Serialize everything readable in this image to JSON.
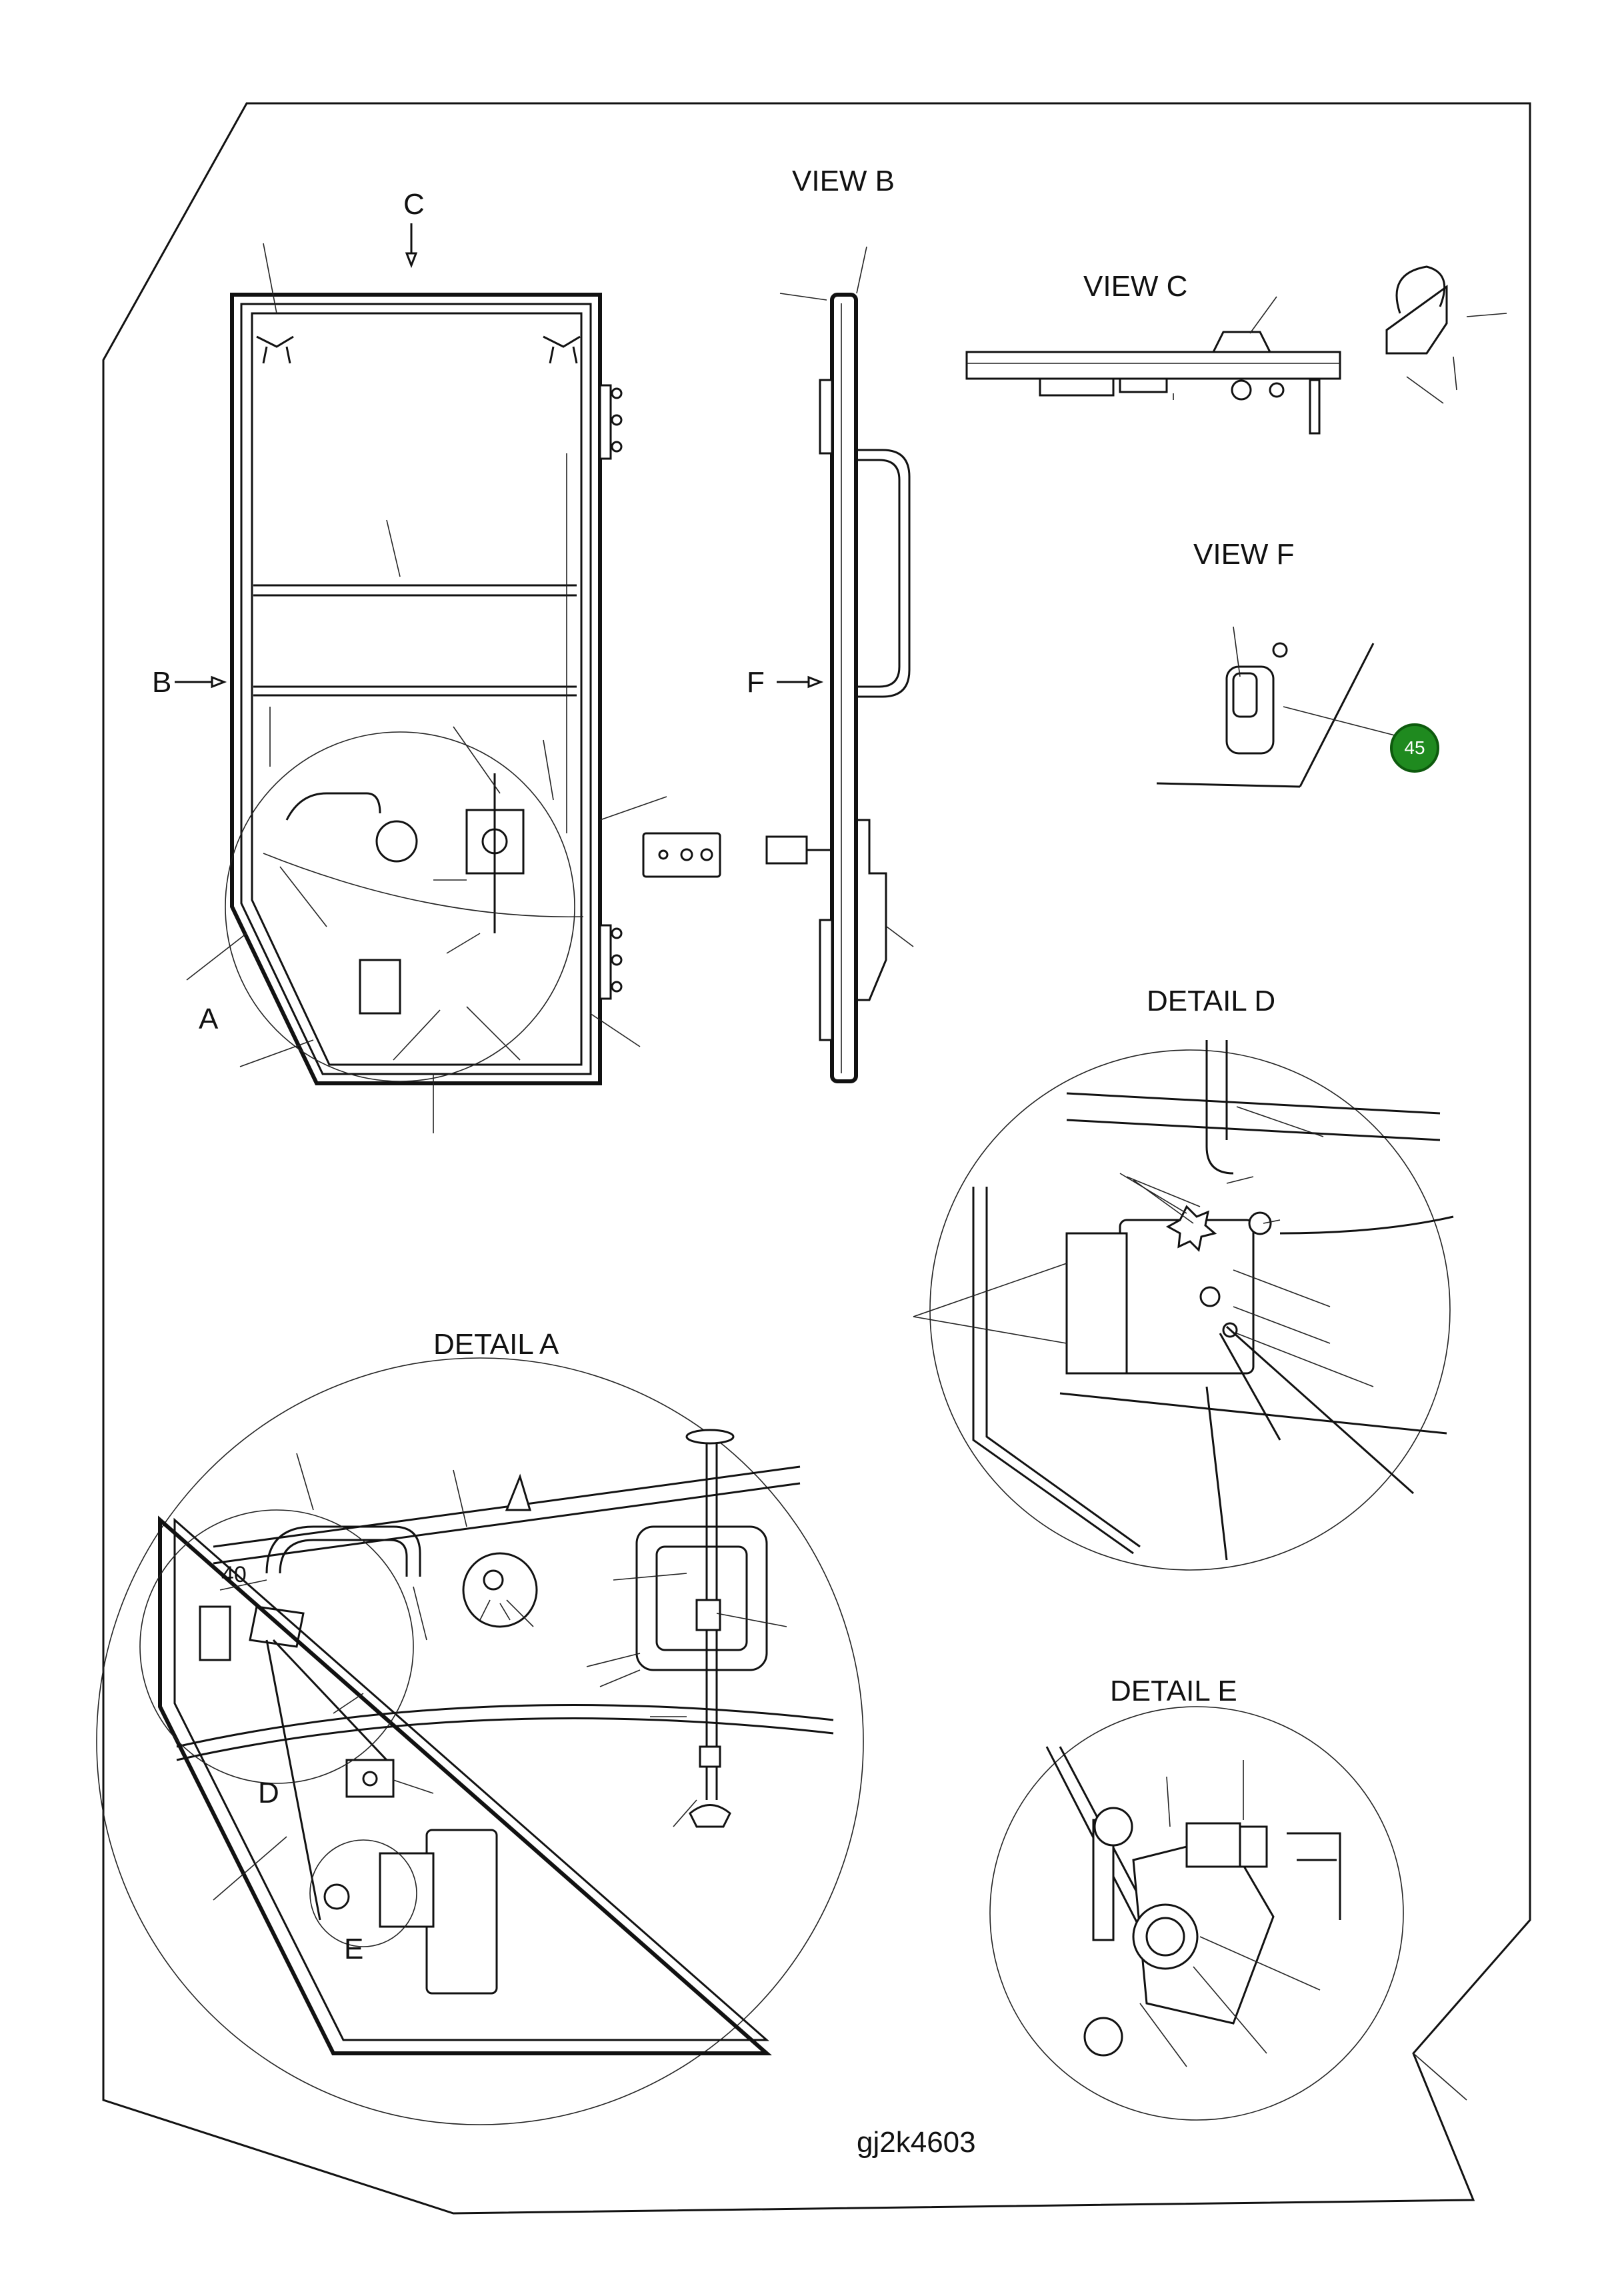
{
  "labels": {
    "view_b": "VIEW B",
    "view_c": "VIEW C",
    "view_f": "VIEW F",
    "detail_a": "DETAIL A",
    "detail_d": "DETAIL D",
    "detail_e": "DETAIL E",
    "arrow_c": "C",
    "arrow_b": "B",
    "arrow_f": "F",
    "circle_a": "A",
    "circle_d": "D",
    "circle_e": "E",
    "callout_40": "40",
    "drawing_number": "gj2k4603"
  },
  "badge": {
    "value": "45",
    "color": "#1f8a1f"
  }
}
